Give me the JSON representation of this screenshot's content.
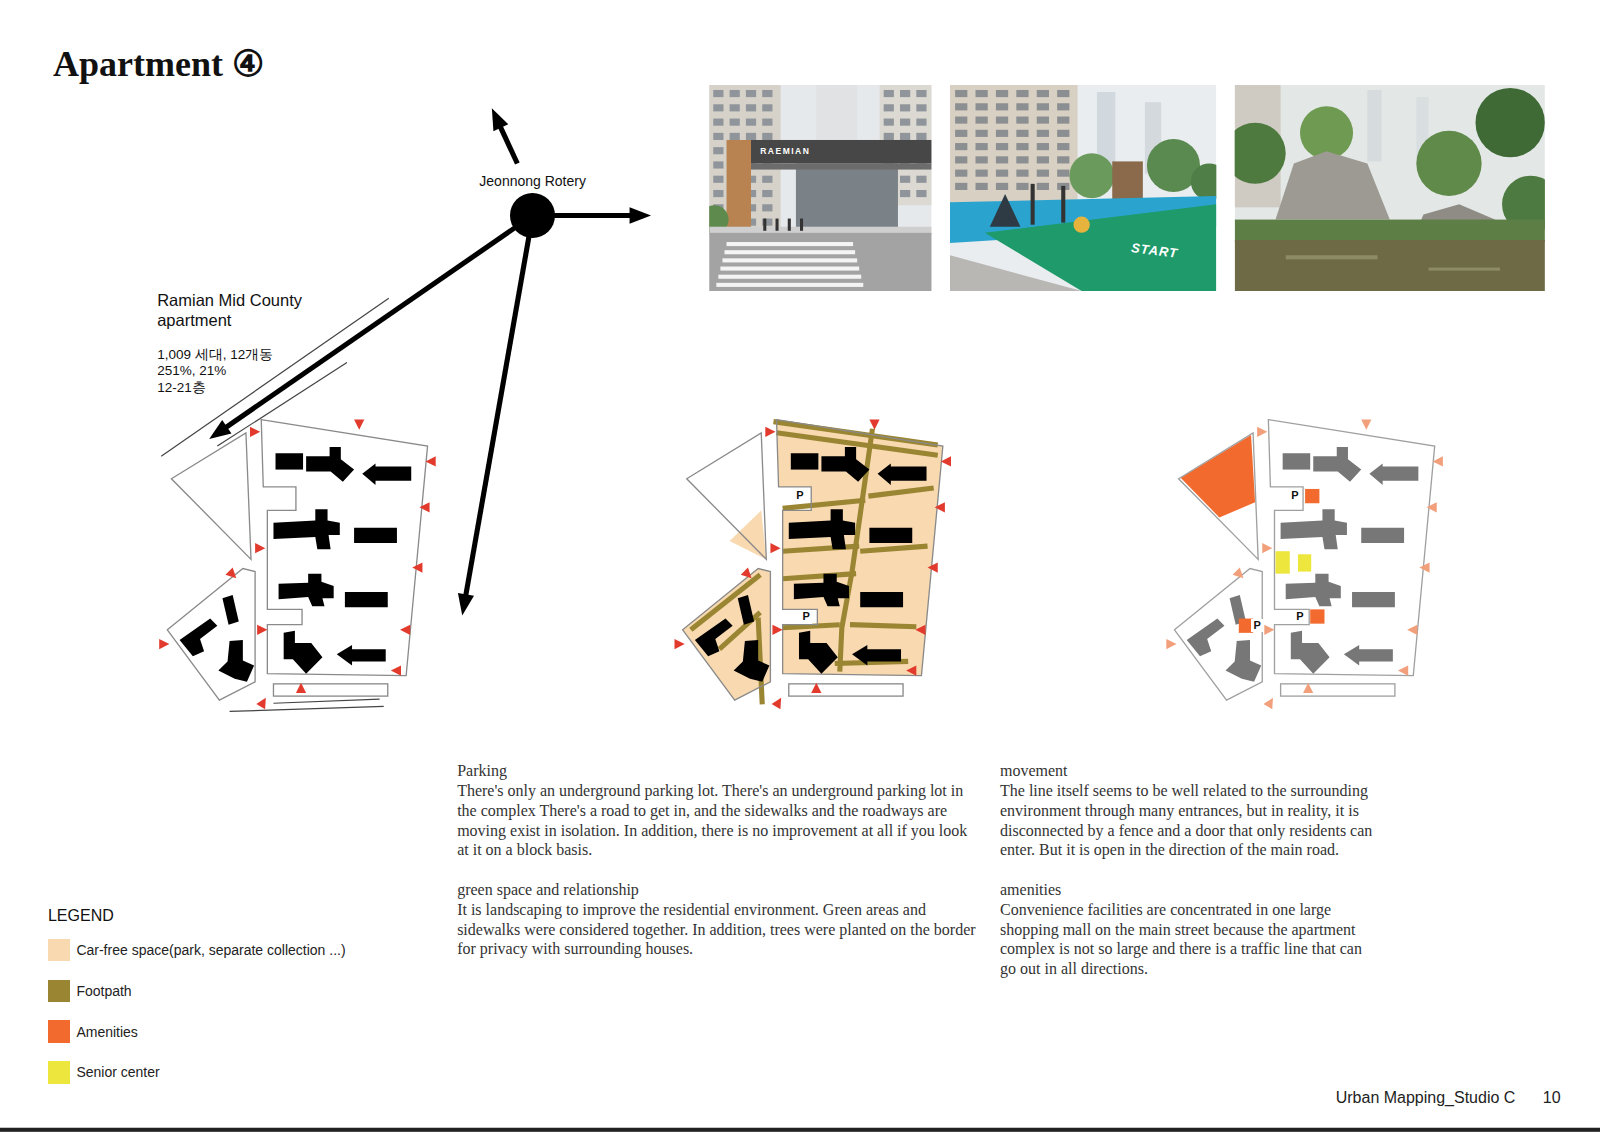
{
  "diagram": {
    "title": "Apartment ④",
    "nodes": [
      {
        "text": [
          "Jeonnong Rotery"
        ]
      }
    ],
    "labels": [
      "Ramian Mid County apartment",
      "1,009 세대, 12개동",
      "251%, 21%",
      "12-21층",
      "RAEMIAN",
      "START",
      "P",
      "P",
      "P",
      "P",
      "P",
      "Parking",
      "There's only an underground parking lot. There's an underground parking lot in the complex There's a road to get in, and the sidewalks and the roadways are moving exist in isolation. In addition, there is no improvement at all if you look at it on a block basis.",
      "green space and relationship",
      "It is landscaping to improve the residential environment. Green areas and sidewalks were considered together. In addition, trees were planted on the border for privacy with surrounding houses.",
      "movement",
      "The line itself seems to be well related to the surrounding environment through many entrances, but in reality, it is disconnected by a fence and a door that only residents can enter. But it is open in the direction of the main road.",
      "amenities",
      "Convenience facilities are concentrated in one large shopping mall on the main street because the apartment complex is not so large and there is a traffic line that can go out in all directions.",
      "LEGEND",
      "Urban Mapping_Studio C",
      "10"
    ],
    "legend": [
      {
        "text": "Car-free space(park, separate collection ...)",
        "color": "#f8d9b0"
      },
      {
        "text": "Footpath",
        "color": "#9a8532"
      },
      {
        "text": "Amenities",
        "color": "#f26a2e"
      },
      {
        "text": "Senior center",
        "color": "#ede63c"
      }
    ]
  }
}
